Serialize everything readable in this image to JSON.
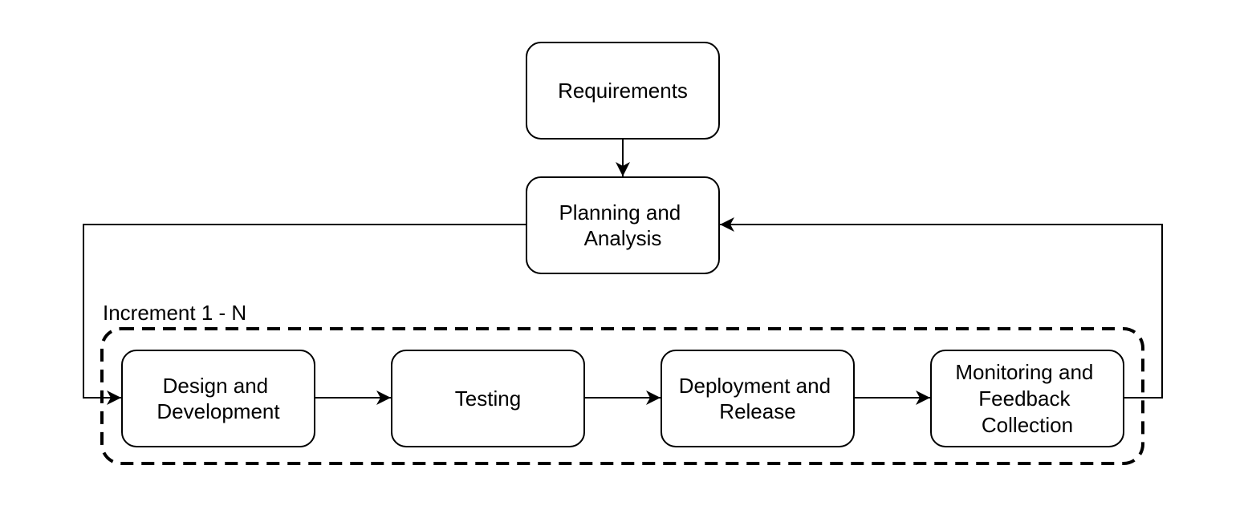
{
  "diagram": {
    "nodes": {
      "requirements": "Requirements",
      "planning": [
        "Planning and",
        "Analysis"
      ],
      "design": [
        "Design and",
        "Development"
      ],
      "testing": "Testing",
      "deployment": [
        "Deployment and",
        "Release"
      ],
      "monitoring": [
        "Monitoring and",
        "Feedback",
        "Collection"
      ]
    },
    "group_label": "Increment 1 - N"
  }
}
